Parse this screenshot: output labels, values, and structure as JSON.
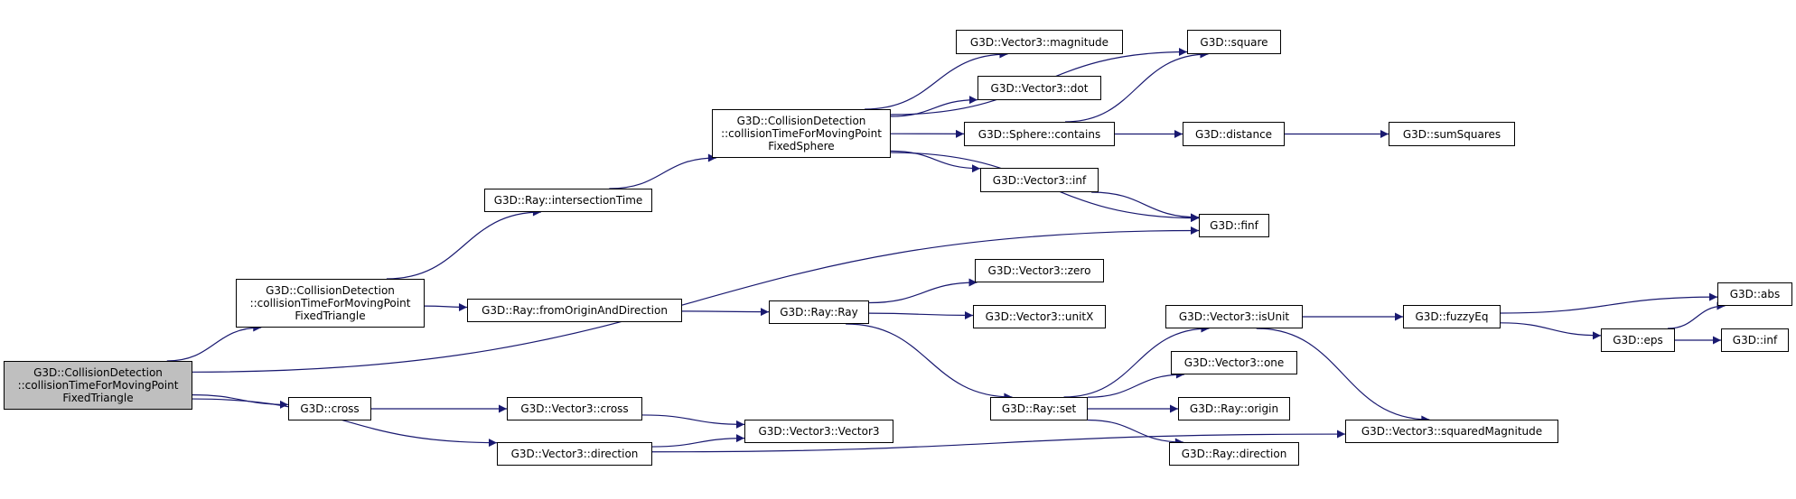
{
  "diagram": {
    "type": "call-graph",
    "edge_color": "#191970",
    "root_fill": "#bfbfbf",
    "nodes": [
      {
        "id": "root",
        "label": "G3D::CollisionDetection\n::collisionTimeForMovingPoint\nFixedTriangle",
        "root": true
      },
      {
        "id": "ctfmpft",
        "label": "G3D::CollisionDetection\n::collisionTimeForMovingPoint\nFixedTriangle"
      },
      {
        "id": "cross",
        "label": "G3D::cross"
      },
      {
        "id": "v3direction",
        "label": "G3D::Vector3::direction"
      },
      {
        "id": "intersectionTime",
        "label": "G3D::Ray::intersectionTime"
      },
      {
        "id": "fromOrigin",
        "label": "G3D::Ray::fromOriginAndDirection"
      },
      {
        "id": "v3cross",
        "label": "G3D::Vector3::cross"
      },
      {
        "id": "ctfmpfs",
        "label": "G3D::CollisionDetection\n::collisionTimeForMovingPoint\nFixedSphere"
      },
      {
        "id": "rayRay",
        "label": "G3D::Ray::Ray"
      },
      {
        "id": "v3v3",
        "label": "G3D::Vector3::Vector3"
      },
      {
        "id": "magnitude",
        "label": "G3D::Vector3::magnitude"
      },
      {
        "id": "dot",
        "label": "G3D::Vector3::dot"
      },
      {
        "id": "contains",
        "label": "G3D::Sphere::contains"
      },
      {
        "id": "v3inf",
        "label": "G3D::Vector3::inf"
      },
      {
        "id": "zero",
        "label": "G3D::Vector3::zero"
      },
      {
        "id": "unitX",
        "label": "G3D::Vector3::unitX"
      },
      {
        "id": "raySet",
        "label": "G3D::Ray::set"
      },
      {
        "id": "square",
        "label": "G3D::square"
      },
      {
        "id": "distance",
        "label": "G3D::distance"
      },
      {
        "id": "finf",
        "label": "G3D::finf"
      },
      {
        "id": "isUnit",
        "label": "G3D::Vector3::isUnit"
      },
      {
        "id": "one",
        "label": "G3D::Vector3::one"
      },
      {
        "id": "origin",
        "label": "G3D::Ray::origin"
      },
      {
        "id": "rayDirection",
        "label": "G3D::Ray::direction"
      },
      {
        "id": "sumSquares",
        "label": "G3D::sumSquares"
      },
      {
        "id": "fuzzyEq",
        "label": "G3D::fuzzyEq"
      },
      {
        "id": "squaredMagnitude",
        "label": "G3D::Vector3::squaredMagnitude"
      },
      {
        "id": "eps",
        "label": "G3D::eps"
      },
      {
        "id": "abs",
        "label": "G3D::abs"
      },
      {
        "id": "inf",
        "label": "G3D::inf"
      }
    ],
    "edges": [
      [
        "root",
        "ctfmpft"
      ],
      [
        "root",
        "finf"
      ],
      [
        "root",
        "cross"
      ],
      [
        "root",
        "v3direction"
      ],
      [
        "ctfmpft",
        "intersectionTime"
      ],
      [
        "ctfmpft",
        "fromOrigin"
      ],
      [
        "intersectionTime",
        "ctfmpfs"
      ],
      [
        "ctfmpfs",
        "square"
      ],
      [
        "ctfmpfs",
        "magnitude"
      ],
      [
        "ctfmpfs",
        "dot"
      ],
      [
        "ctfmpfs",
        "contains"
      ],
      [
        "ctfmpfs",
        "v3inf"
      ],
      [
        "ctfmpfs",
        "finf"
      ],
      [
        "contains",
        "square"
      ],
      [
        "contains",
        "distance"
      ],
      [
        "distance",
        "sumSquares"
      ],
      [
        "v3inf",
        "finf"
      ],
      [
        "fromOrigin",
        "rayRay"
      ],
      [
        "rayRay",
        "zero"
      ],
      [
        "rayRay",
        "unitX"
      ],
      [
        "rayRay",
        "raySet"
      ],
      [
        "raySet",
        "isUnit"
      ],
      [
        "raySet",
        "one"
      ],
      [
        "raySet",
        "origin"
      ],
      [
        "raySet",
        "rayDirection"
      ],
      [
        "isUnit",
        "fuzzyEq"
      ],
      [
        "isUnit",
        "squaredMagnitude"
      ],
      [
        "fuzzyEq",
        "abs"
      ],
      [
        "fuzzyEq",
        "eps"
      ],
      [
        "eps",
        "abs"
      ],
      [
        "eps",
        "inf"
      ],
      [
        "cross",
        "v3cross"
      ],
      [
        "v3cross",
        "v3v3"
      ],
      [
        "v3direction",
        "v3v3"
      ],
      [
        "v3direction",
        "squaredMagnitude"
      ]
    ]
  }
}
